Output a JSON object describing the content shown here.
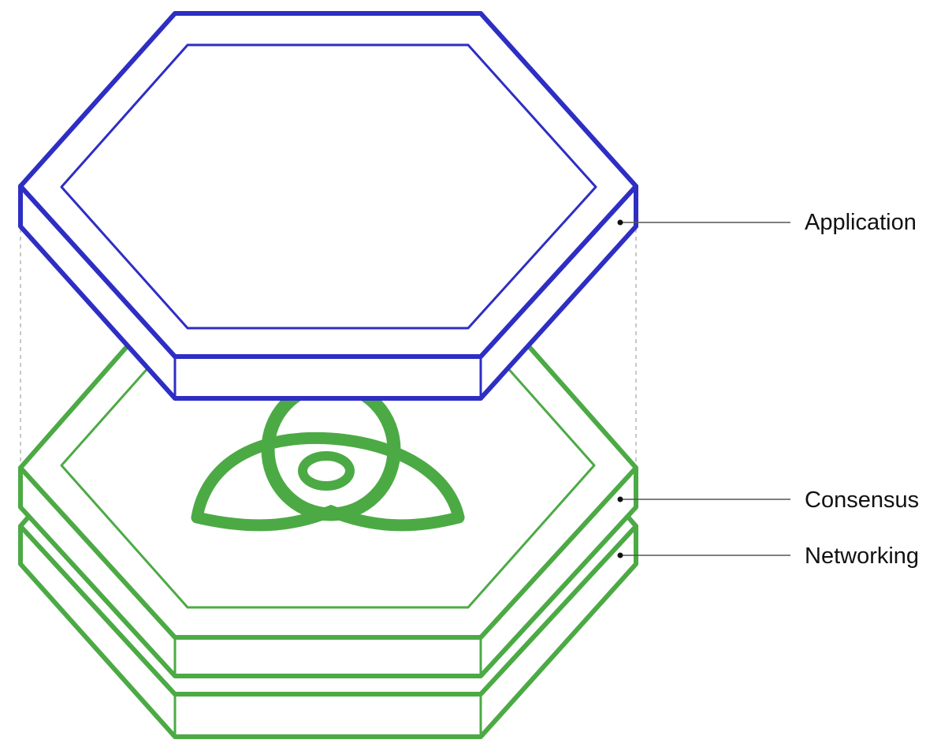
{
  "diagram": {
    "layers": [
      {
        "id": "application",
        "label": "Application"
      },
      {
        "id": "consensus",
        "label": "Consensus"
      },
      {
        "id": "networking",
        "label": "Networking"
      }
    ]
  },
  "colors": {
    "application": "#2e2ec4",
    "consensus": "#4caa45",
    "networking": "#4caa45",
    "guides": "#c8c8c8",
    "leader": "#555555",
    "text": "#111111"
  },
  "icons": [
    "knot-logo-icon"
  ]
}
